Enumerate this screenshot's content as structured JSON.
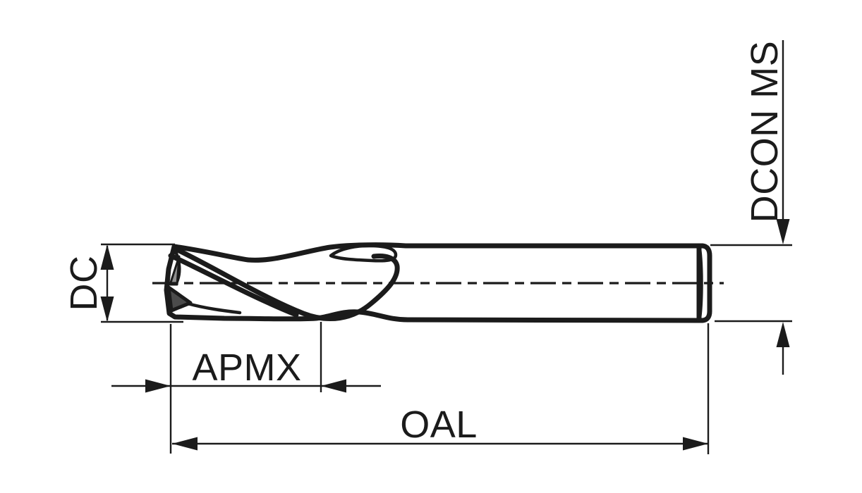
{
  "diagram": {
    "labels": {
      "dc": "DC",
      "apmx": "APMX",
      "oal": "OAL",
      "dcon_ms": "DCON MS"
    },
    "colors": {
      "background": "#ffffff",
      "line": "#1b1b1b",
      "body_top": "#929292",
      "body_upper_mid": "#c6c6c6",
      "body_highlight": "#f7f7f7",
      "body_lower_mid": "#c2c2c2",
      "body_bottom": "#868686",
      "flute_gash": "#7b7b7b",
      "tip_shadow": "#4b4b4b",
      "tip_facet": "#8f8f8f"
    }
  }
}
